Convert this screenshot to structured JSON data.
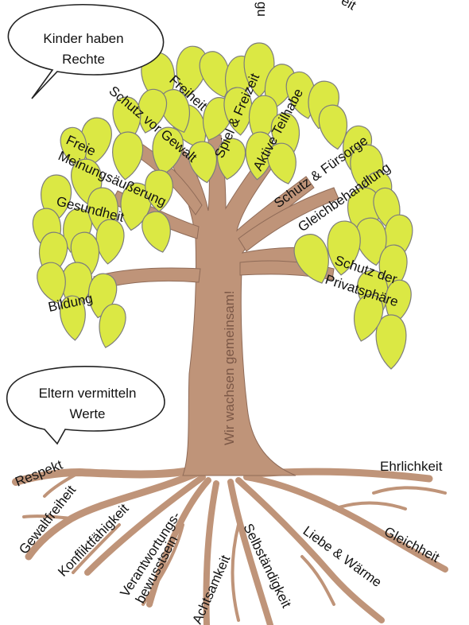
{
  "colors": {
    "trunk": "#bf9479",
    "trunk_stroke": "#8f6b58",
    "leaf": "#dbe844",
    "leaf_stroke": "#7d7d7d",
    "trunk_text": "#7b5746"
  },
  "top_cut_text": [
    "gu",
    "eit"
  ],
  "bubbles": {
    "top": {
      "line1": "Kinder haben",
      "line2": "Rechte"
    },
    "bottom": {
      "line1": "Eltern vermitteln",
      "line2": "Werte"
    }
  },
  "trunk_label": "Wir wachsen gemeinsam!",
  "rights": {
    "freiheit": "Freiheit",
    "schutz_vor_gewalt": "Schutz vor Gewalt",
    "spiel_freizeit": "Spiel & Freizeit",
    "aktive_teilhabe": "Aktive Teilhabe",
    "schutz_fuersorge": "Schutz & Fürsorge",
    "gleichbehandlung": "Gleichbehandlung",
    "freie": "Freie",
    "meinungsaeusserung": "Meinungsäußerung",
    "gesundheit": "Gesundheit",
    "bildung": "Bildung",
    "schutz_der": "Schutz der",
    "privatsphaere": "Privatsphäre"
  },
  "values": {
    "respekt": "Respekt",
    "gewaltfreiheit": "Gewaltfreiheit",
    "konfliktfaehigkeit": "Konfliktfähigkeit",
    "verantwortungs": "Verantwortungs-",
    "bewusstsein": "bewusstsein",
    "achtsamkeit": "Achtsamkeit",
    "selbststaendigkeit": "Selbständigkeit",
    "liebe_waerme": "Liebe & Wärme",
    "gleichheit": "Gleichheit",
    "ehrlichkeit": "Ehrlichkeit"
  }
}
